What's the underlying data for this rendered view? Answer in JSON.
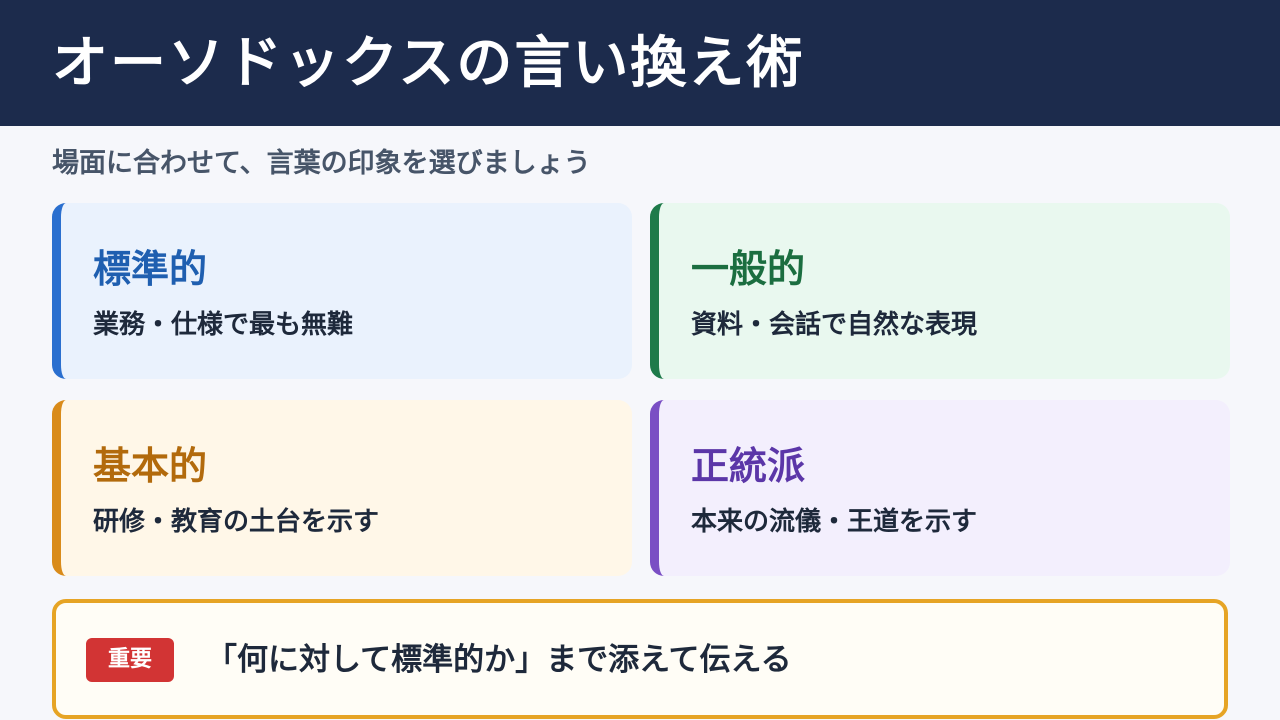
{
  "title": "オーソドックスの言い換え術",
  "subtitle": "場面に合わせて、言葉の印象を選びましょう",
  "cards": [
    {
      "heading": "標準的",
      "description": "業務・仕様で最も無難",
      "accent_color": "#2a6fcf",
      "heading_color": "#1f5fb0",
      "background_color": "#eaf2fd"
    },
    {
      "heading": "一般的",
      "description": "資料・会話で自然な表現",
      "accent_color": "#1e7a4a",
      "heading_color": "#1b6e40",
      "background_color": "#e9f8ef"
    },
    {
      "heading": "基本的",
      "description": "研修・教育の土台を示す",
      "accent_color": "#d98b1a",
      "heading_color": "#b26a0c",
      "background_color": "#fff7e8"
    },
    {
      "heading": "正統派",
      "description": "本来の流儀・王道を示す",
      "accent_color": "#7a4fc4",
      "heading_color": "#5b36a8",
      "background_color": "#f3effd"
    }
  ],
  "note": {
    "badge": "重要",
    "text": "「何に対して標準的か」まで添えて伝える",
    "border_color": "#e6a425",
    "badge_color": "#d23434"
  }
}
